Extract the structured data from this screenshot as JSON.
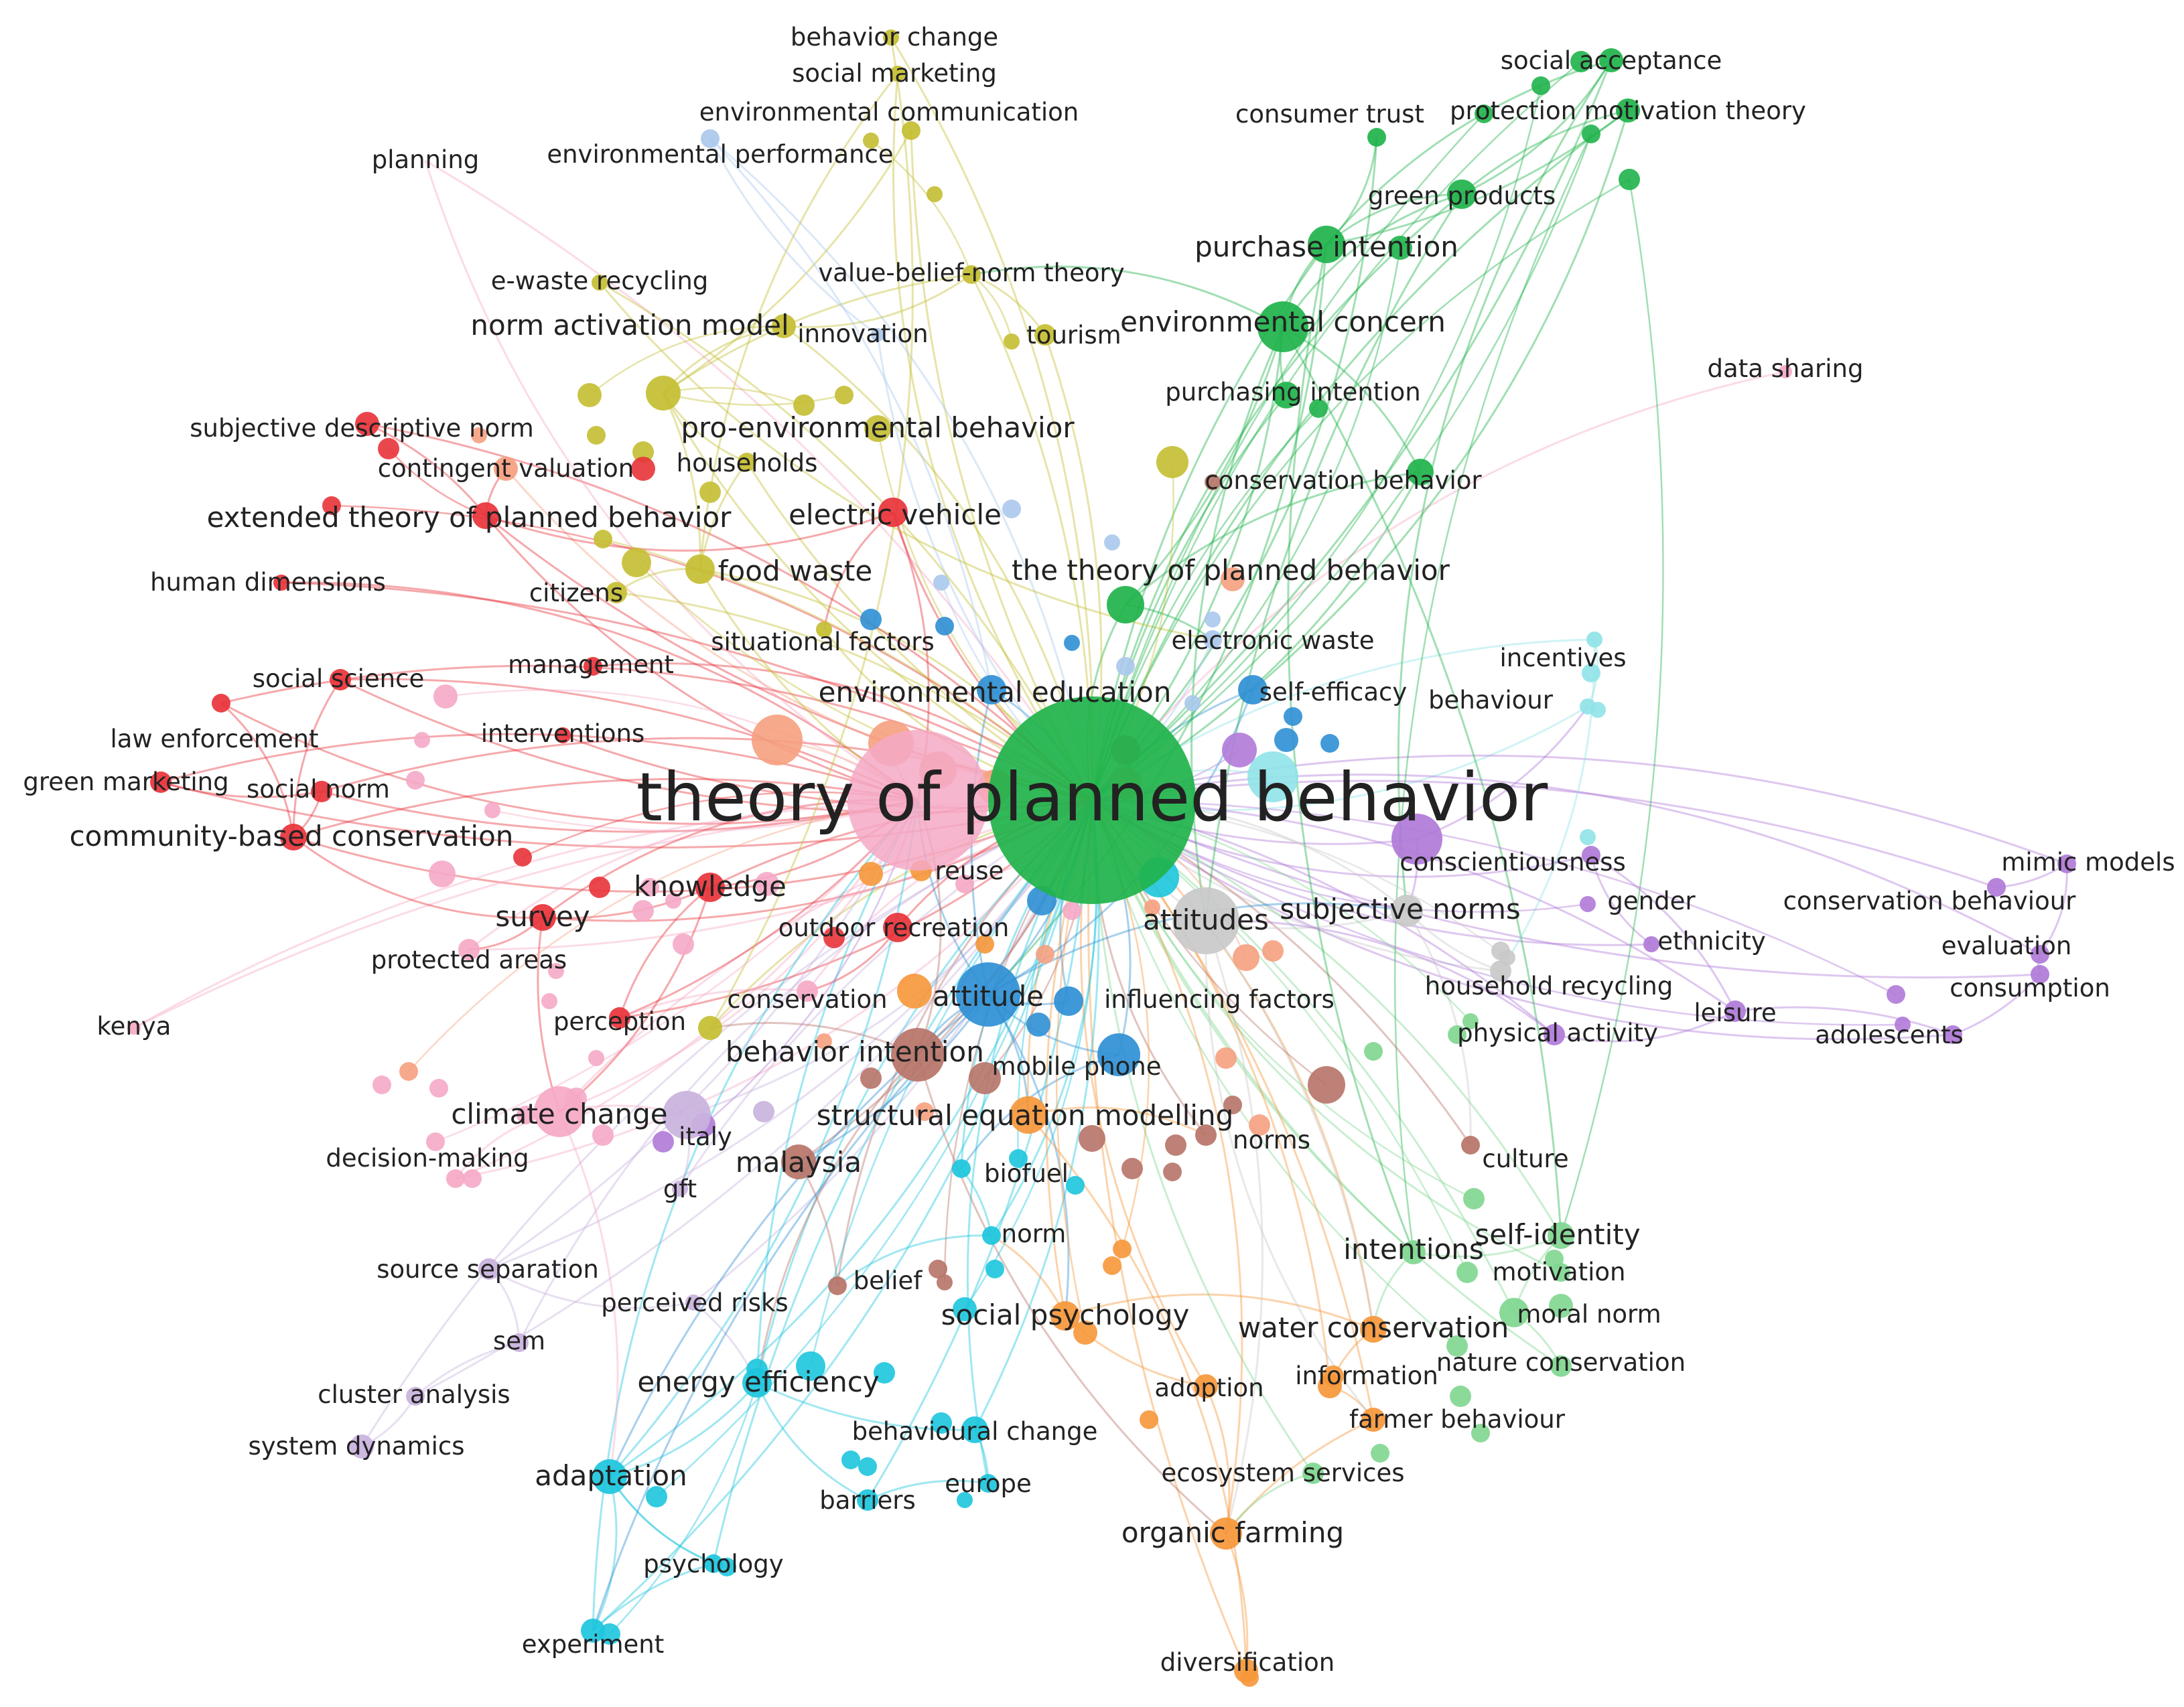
{
  "colors": {
    "green": "#1fb34b",
    "pink": "#f5a9c6",
    "red": "#e8333a",
    "olive": "#c4be32",
    "blue": "#2f8fd4",
    "lightblue": "#aac8ec",
    "cyan": "#1cc5dd",
    "orange": "#f6973a",
    "purple": "#b07ad8",
    "lightgreen": "#7fd68f",
    "brown": "#b77368",
    "gray": "#c9c9c9",
    "lightpurple": "#c9b2dd",
    "salmon": "#f6a07f",
    "paleteal": "#8fe3e8"
  },
  "nodes": [
    {
      "id": "tpb_main",
      "label": "theory of planned behavior",
      "color": "green"
    },
    {
      "id": "tpb_pink",
      "label": "",
      "color": "pink"
    },
    {
      "id": "purchase_intention",
      "label": "purchase intention",
      "color": "green"
    },
    {
      "id": "environmental_concern",
      "label": "environmental concern",
      "color": "green"
    },
    {
      "id": "green_products",
      "label": "green products",
      "color": "green"
    },
    {
      "id": "social_acceptance",
      "label": "social acceptance",
      "color": "green"
    },
    {
      "id": "protection_motivation",
      "label": "protection motivation theory",
      "color": "green"
    },
    {
      "id": "consumer_trust",
      "label": "consumer trust",
      "color": "green"
    },
    {
      "id": "purchasing_intention",
      "label": "purchasing intention",
      "color": "green"
    },
    {
      "id": "conservation_behavior_g",
      "label": "conservation behavior",
      "color": "green"
    },
    {
      "id": "the_tpb",
      "label": "the theory of planned behavior",
      "color": "green"
    },
    {
      "id": "behavior_change",
      "label": "behavior change",
      "color": "olive"
    },
    {
      "id": "social_marketing",
      "label": "social marketing",
      "color": "olive"
    },
    {
      "id": "environmental_communication",
      "label": "environmental communication",
      "color": "olive"
    },
    {
      "id": "environmental_performance",
      "label": "environmental performance",
      "color": "lightblue"
    },
    {
      "id": "planning",
      "label": "planning",
      "color": "pink"
    },
    {
      "id": "value_belief_norm",
      "label": "value-belief-norm theory",
      "color": "olive"
    },
    {
      "id": "e_waste_recycling",
      "label": "e-waste recycling",
      "color": "olive"
    },
    {
      "id": "norm_activation",
      "label": "norm activation model",
      "color": "olive"
    },
    {
      "id": "innovation",
      "label": "innovation",
      "color": "lightblue"
    },
    {
      "id": "tourism",
      "label": "tourism",
      "color": "olive"
    },
    {
      "id": "data_sharing",
      "label": "data sharing",
      "color": "pink"
    },
    {
      "id": "subjective_descriptive_norm",
      "label": "subjective descriptive norm",
      "color": "red"
    },
    {
      "id": "pro_environmental",
      "label": "pro-environmental behavior",
      "color": "olive"
    },
    {
      "id": "contingent_valuation",
      "label": "contingent valuation",
      "color": "salmon"
    },
    {
      "id": "households",
      "label": "households",
      "color": "olive"
    },
    {
      "id": "extended_tpb",
      "label": "extended theory of planned behavior",
      "color": "red"
    },
    {
      "id": "electric_vehicle",
      "label": "electric vehicle",
      "color": "red"
    },
    {
      "id": "human_dimensions",
      "label": "human dimensions",
      "color": "red"
    },
    {
      "id": "food_waste",
      "label": "food waste",
      "color": "olive"
    },
    {
      "id": "citizens",
      "label": "citizens",
      "color": "olive"
    },
    {
      "id": "situational_factors",
      "label": "situational factors",
      "color": "olive"
    },
    {
      "id": "electronic_waste",
      "label": "electronic waste",
      "color": "lightblue"
    },
    {
      "id": "incentives",
      "label": "incentives",
      "color": "paleteal"
    },
    {
      "id": "social_science",
      "label": "social science",
      "color": "red"
    },
    {
      "id": "management",
      "label": "management",
      "color": "red"
    },
    {
      "id": "environmental_education",
      "label": "environmental education",
      "color": "blue"
    },
    {
      "id": "self_efficacy",
      "label": "self-efficacy",
      "color": "blue"
    },
    {
      "id": "behaviour",
      "label": "behaviour",
      "color": "paleteal"
    },
    {
      "id": "law_enforcement",
      "label": "law enforcement",
      "color": "red"
    },
    {
      "id": "interventions",
      "label": "interventions",
      "color": "red"
    },
    {
      "id": "green_marketing",
      "label": "green marketing",
      "color": "red"
    },
    {
      "id": "social_norm",
      "label": "social norm",
      "color": "red"
    },
    {
      "id": "community_based",
      "label": "community-based conservation",
      "color": "red"
    },
    {
      "id": "conscientiousness",
      "label": "conscientiousness",
      "color": "purple"
    },
    {
      "id": "mimic_models",
      "label": "mimic models",
      "color": "purple"
    },
    {
      "id": "gender",
      "label": "gender",
      "color": "purple"
    },
    {
      "id": "conservation_behaviour",
      "label": "conservation behaviour",
      "color": "purple"
    },
    {
      "id": "reuse",
      "label": "reuse",
      "color": "pink"
    },
    {
      "id": "knowledge",
      "label": "knowledge",
      "color": "red"
    },
    {
      "id": "attitudes",
      "label": "attitudes",
      "color": "gray"
    },
    {
      "id": "subjective_norms",
      "label": "subjective norms",
      "color": "gray"
    },
    {
      "id": "survey",
      "label": "survey",
      "color": "red"
    },
    {
      "id": "outdoor_recreation",
      "label": "outdoor recreation",
      "color": "red"
    },
    {
      "id": "ethnicity",
      "label": "ethnicity",
      "color": "purple"
    },
    {
      "id": "evaluation",
      "label": "evaluation",
      "color": "purple"
    },
    {
      "id": "protected_areas",
      "label": "protected areas",
      "color": "pink"
    },
    {
      "id": "household_recycling",
      "label": "household recycling",
      "color": "gray"
    },
    {
      "id": "consumption",
      "label": "consumption",
      "color": "purple"
    },
    {
      "id": "attitude",
      "label": "attitude",
      "color": "blue"
    },
    {
      "id": "conservation",
      "label": "conservation",
      "color": "pink"
    },
    {
      "id": "influencing_factors",
      "label": "influencing factors",
      "color": "blue"
    },
    {
      "id": "leisure",
      "label": "leisure",
      "color": "purple"
    },
    {
      "id": "kenya",
      "label": "kenya",
      "color": "pink"
    },
    {
      "id": "perception",
      "label": "perception",
      "color": "red"
    },
    {
      "id": "physical_activity",
      "label": "physical activity",
      "color": "purple"
    },
    {
      "id": "adolescents",
      "label": "adolescents",
      "color": "purple"
    },
    {
      "id": "behavior",
      "label": "behavior",
      "color": "olive"
    },
    {
      "id": "intention",
      "label": "intention",
      "color": "brown"
    },
    {
      "id": "mobile_phone",
      "label": "mobile phone",
      "color": "blue"
    },
    {
      "id": "climate_change",
      "label": "climate change",
      "color": "pink"
    },
    {
      "id": "structural_equation",
      "label": "structural equation modelling",
      "color": "orange"
    },
    {
      "id": "italy",
      "label": "italy",
      "color": "lightpurple"
    },
    {
      "id": "malaysia",
      "label": "malaysia",
      "color": "brown"
    },
    {
      "id": "norms",
      "label": "norms",
      "color": "brown"
    },
    {
      "id": "culture",
      "label": "culture",
      "color": "brown"
    },
    {
      "id": "decision_making",
      "label": "decision-making",
      "color": "pink"
    },
    {
      "id": "biofuel",
      "label": "biofuel",
      "color": "cyan"
    },
    {
      "id": "gft",
      "label": "gft",
      "color": "lightpurple"
    },
    {
      "id": "norm",
      "label": "norm",
      "color": "cyan"
    },
    {
      "id": "intentions",
      "label": "intentions",
      "color": "lightgreen"
    },
    {
      "id": "self_identity",
      "label": "self-identity",
      "color": "lightgreen"
    },
    {
      "id": "source_separation",
      "label": "source separation",
      "color": "lightpurple"
    },
    {
      "id": "motivation",
      "label": "motivation",
      "color": "lightgreen"
    },
    {
      "id": "belief",
      "label": "belief",
      "color": "brown"
    },
    {
      "id": "perceived_risks",
      "label": "perceived risks",
      "color": "lightpurple"
    },
    {
      "id": "social_psychology",
      "label": "social psychology",
      "color": "orange"
    },
    {
      "id": "water_conservation",
      "label": "water conservation",
      "color": "orange"
    },
    {
      "id": "moral_norm",
      "label": "moral norm",
      "color": "lightgreen"
    },
    {
      "id": "sem",
      "label": "sem",
      "color": "lightpurple"
    },
    {
      "id": "nature_conservation",
      "label": "nature conservation",
      "color": "lightgreen"
    },
    {
      "id": "energy_efficiency",
      "label": "energy efficiency",
      "color": "cyan"
    },
    {
      "id": "information",
      "label": "information",
      "color": "orange"
    },
    {
      "id": "cluster_analysis",
      "label": "cluster analysis",
      "color": "lightpurple"
    },
    {
      "id": "adoption",
      "label": "adoption",
      "color": "orange"
    },
    {
      "id": "farmer_behaviour",
      "label": "farmer behaviour",
      "color": "orange"
    },
    {
      "id": "behavioural_change",
      "label": "behavioural change",
      "color": "cyan"
    },
    {
      "id": "system_dynamics",
      "label": "system dynamics",
      "color": "lightpurple"
    },
    {
      "id": "adaptation",
      "label": "adaptation",
      "color": "cyan"
    },
    {
      "id": "ecosystem_services",
      "label": "ecosystem services",
      "color": "lightgreen"
    },
    {
      "id": "europe",
      "label": "europe",
      "color": "cyan"
    },
    {
      "id": "barriers",
      "label": "barriers",
      "color": "cyan"
    },
    {
      "id": "organic_farming",
      "label": "organic farming",
      "color": "orange"
    },
    {
      "id": "psychology",
      "label": "psychology",
      "color": "cyan"
    },
    {
      "id": "experiment",
      "label": "experiment",
      "color": "cyan"
    },
    {
      "id": "diversification",
      "label": "diversification",
      "color": "orange"
    }
  ]
}
